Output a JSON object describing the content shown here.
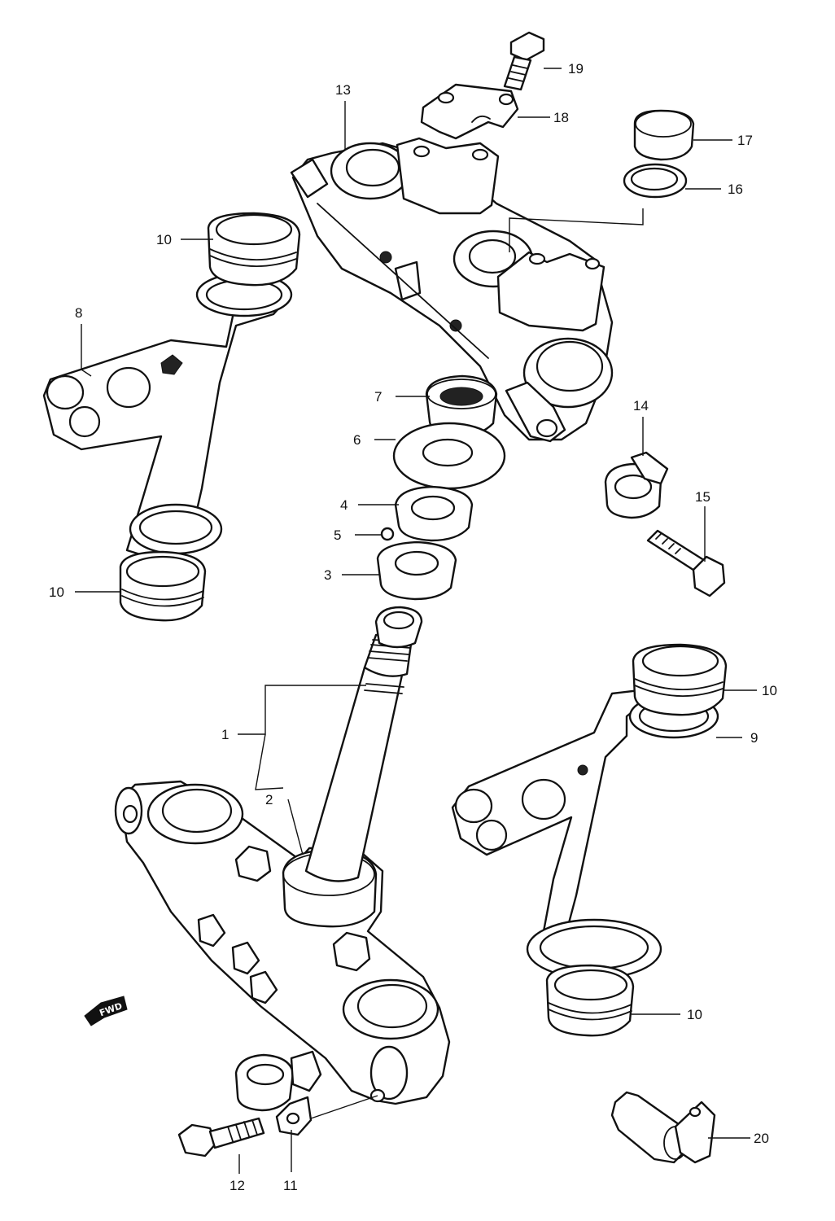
{
  "callouts": {
    "c1": "1",
    "c2": "2",
    "c3": "3",
    "c4": "4",
    "c5": "5",
    "c6": "6",
    "c7": "7",
    "c8": "8",
    "c9": "9",
    "c10a": "10",
    "c10b": "10",
    "c10c": "10",
    "c10d": "10",
    "c11": "11",
    "c12": "12",
    "c13": "13",
    "c14": "14",
    "c15": "15",
    "c16": "16",
    "c17": "17",
    "c18": "18",
    "c19": "19",
    "c20": "20"
  },
  "fwd_badge": "FWD",
  "colors": {
    "line": "#111111",
    "background": "#ffffff"
  }
}
